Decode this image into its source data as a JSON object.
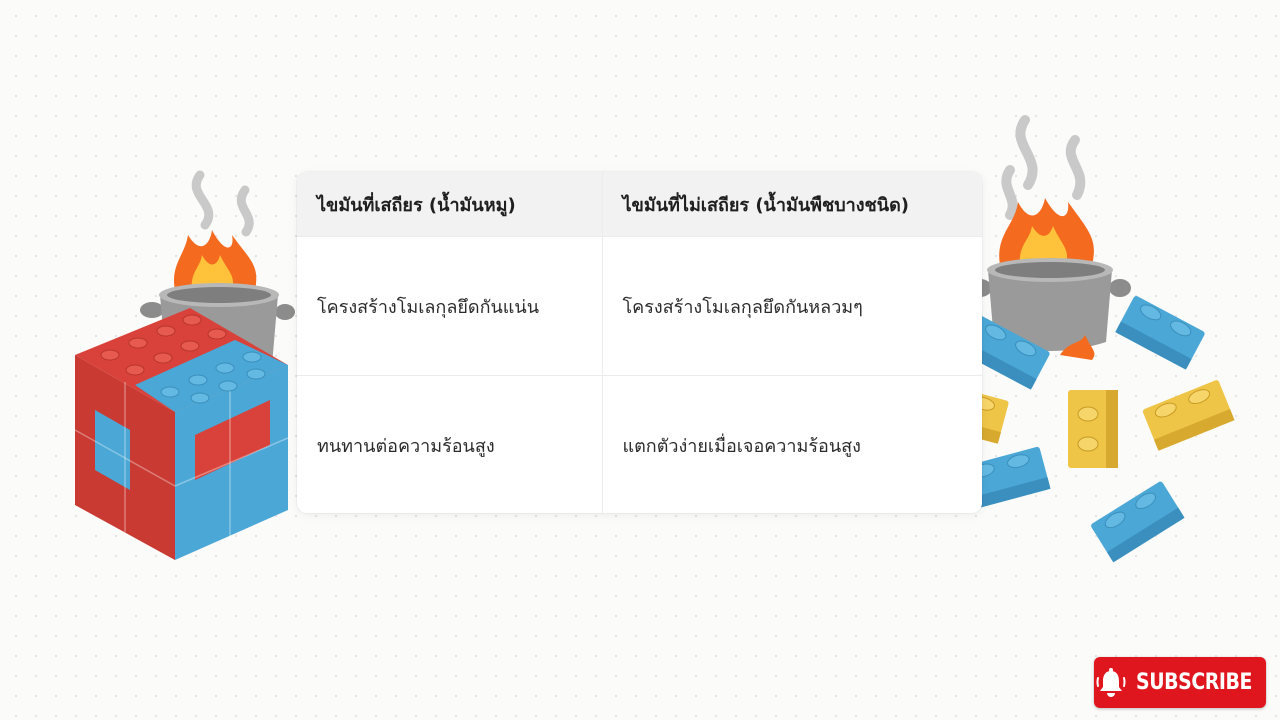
{
  "comparison_table": {
    "headers": [
      "ไขมันที่เสถียร (น้ำมันหมู)",
      "ไขมันที่ไม่เสถียร (น้ำมันพืชบางชนิด)"
    ],
    "rows": [
      [
        "โครงสร้างโมเลกุลยึดกันแน่น",
        "โครงสร้างโมเลกุลยึดกันหลวมๆ"
      ],
      [
        "ทนทานต่อความร้อนสูง",
        "แตกตัวง่ายเมื่อเจอความร้อนสูง"
      ]
    ]
  },
  "subscribe_button": {
    "label": "SUBSCRIBE",
    "icon": "bell-icon",
    "color": "#e0161e"
  },
  "illustrations": {
    "left": "cooking-pot-on-fire-with-stacked-brick-cube",
    "right": "cooking-pot-on-fire-with-scattered-bricks",
    "colors": {
      "red_brick": "#d9423a",
      "blue_brick": "#4aa7d6",
      "yellow_brick": "#efc548",
      "flame": "#f46a1f",
      "pot": "#8f8f8f"
    }
  }
}
